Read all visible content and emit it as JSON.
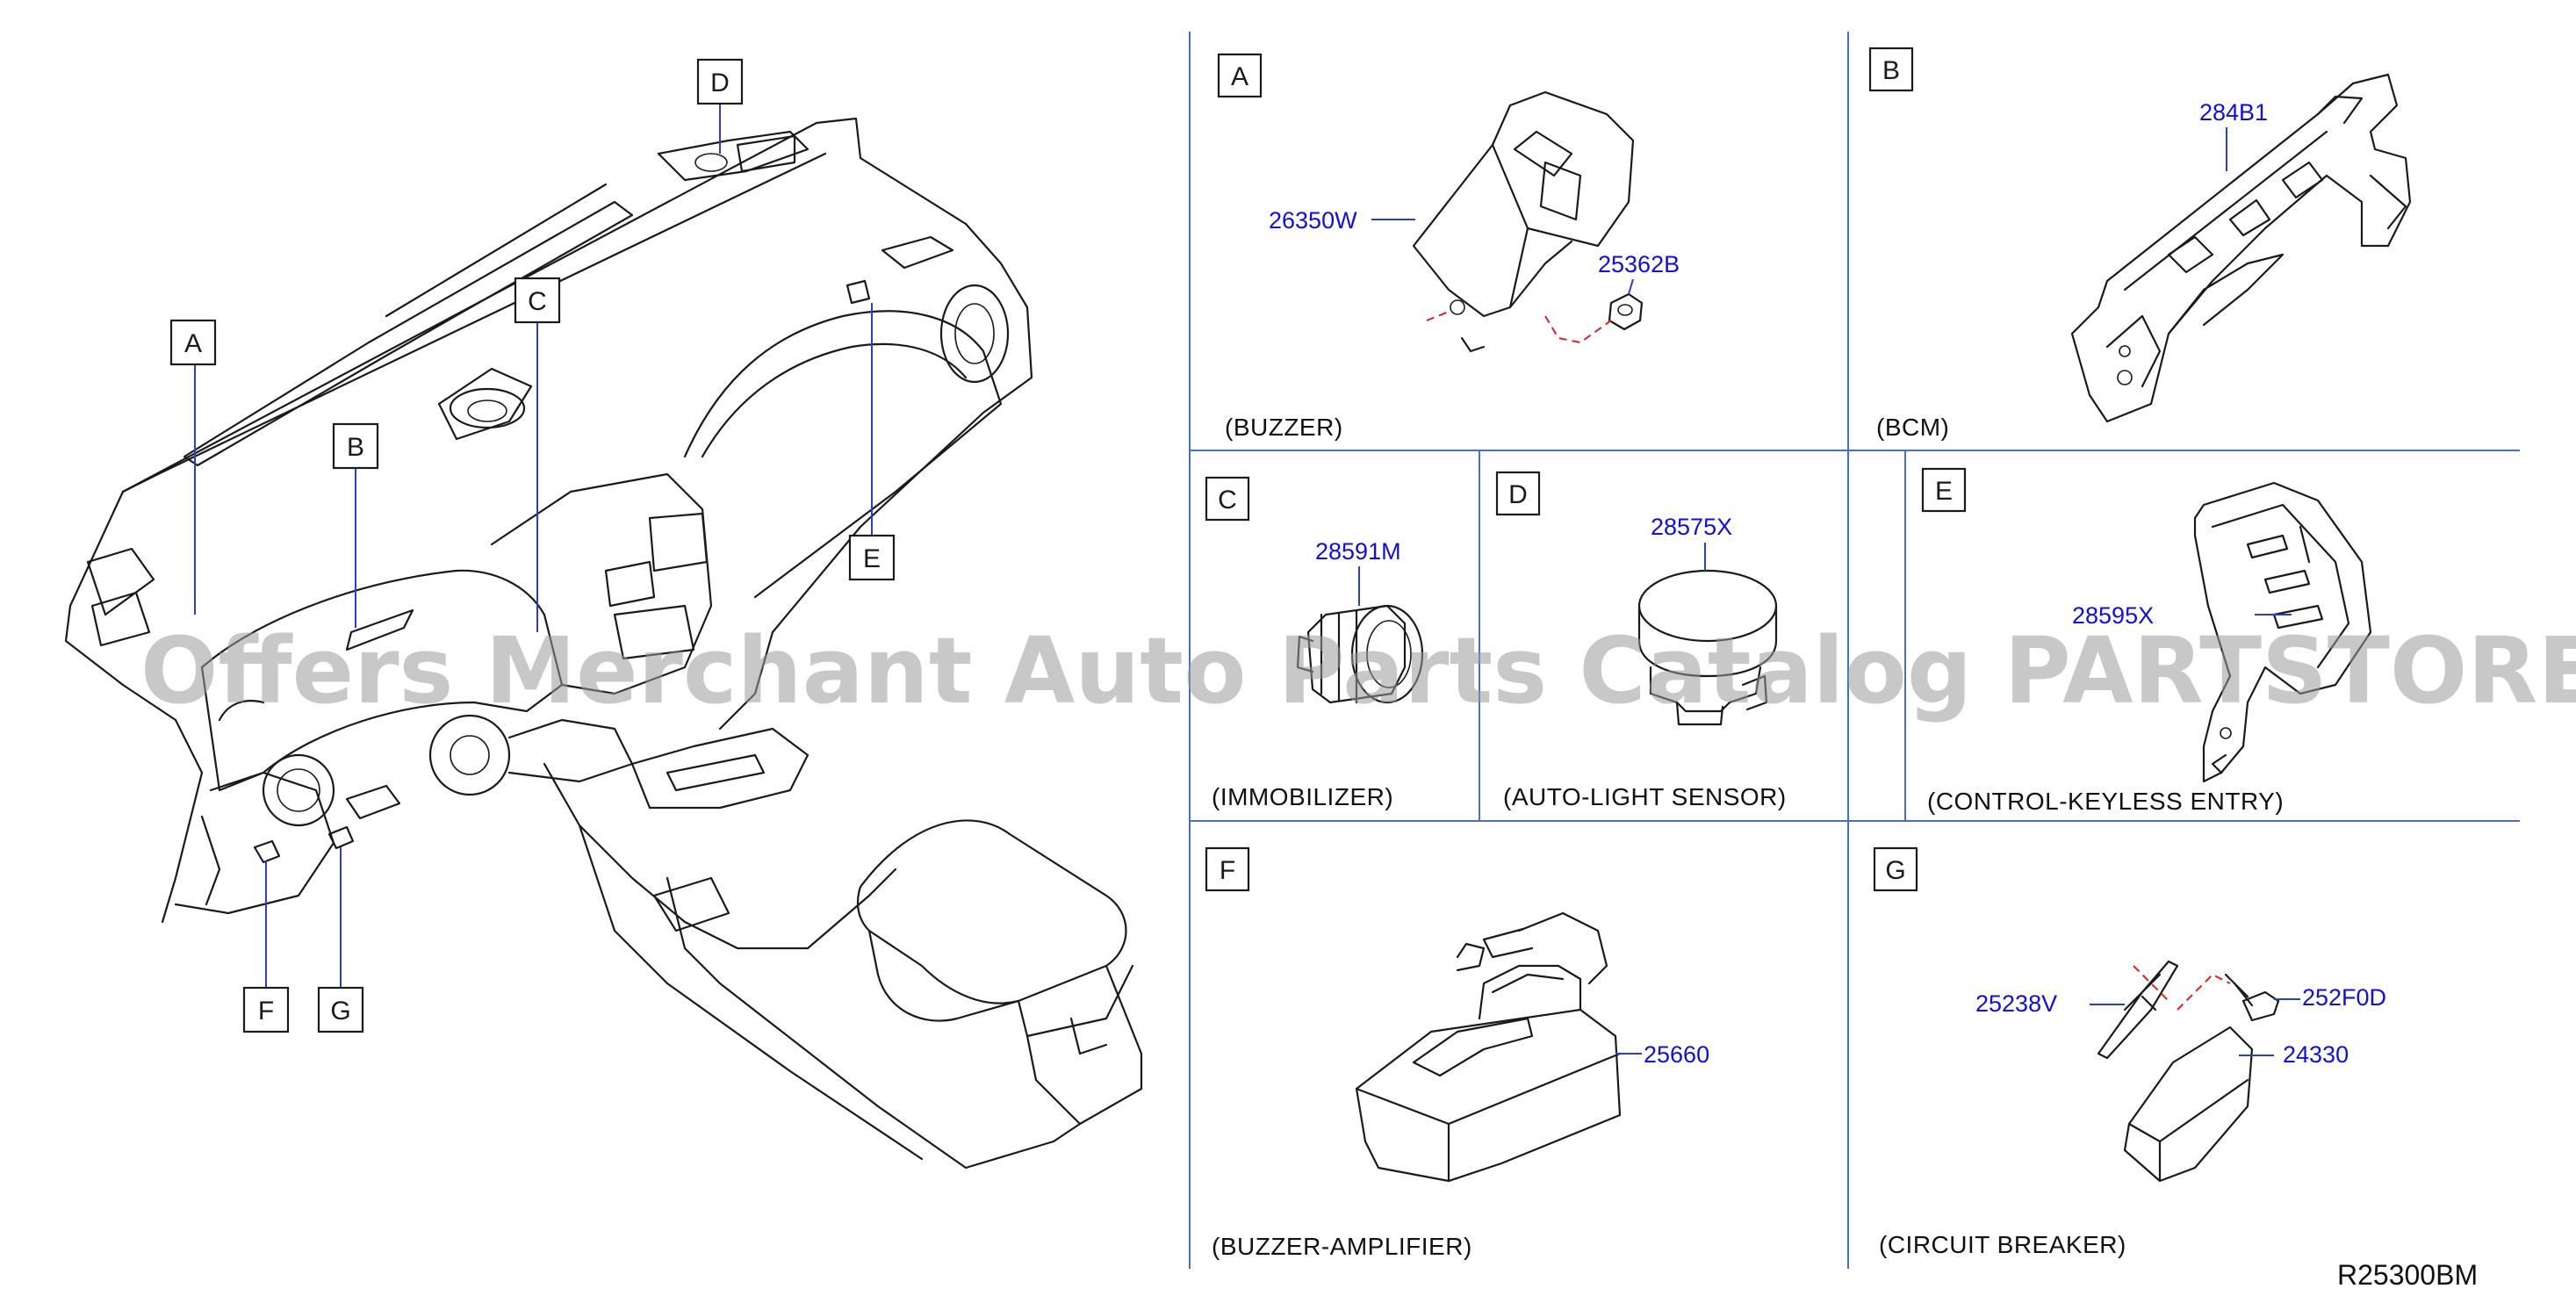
{
  "diagram": {
    "overview": {
      "callouts": [
        "A",
        "B",
        "C",
        "D",
        "E",
        "F",
        "G"
      ]
    },
    "panels": [
      {
        "letter": "A",
        "caption": "(BUZZER)",
        "parts": [
          "26350W",
          "25362B"
        ]
      },
      {
        "letter": "B",
        "caption": "(BCM)",
        "parts": [
          "284B1"
        ]
      },
      {
        "letter": "C",
        "caption": "(IMMOBILIZER)",
        "parts": [
          "28591M"
        ]
      },
      {
        "letter": "D",
        "caption": "(AUTO-LIGHT   SENSOR)",
        "parts": [
          "28575X"
        ]
      },
      {
        "letter": "E",
        "caption": "(CONTROL-KEYLESS   ENTRY)",
        "parts": [
          "28595X"
        ]
      },
      {
        "letter": "F",
        "caption": "(BUZZER-AMPLIFIER)",
        "parts": [
          "25660"
        ]
      },
      {
        "letter": "G",
        "caption": "(CIRCUIT   BREAKER)",
        "parts": [
          "25238V",
          "252F0D",
          "24330"
        ]
      }
    ],
    "reference_code": "R25300BM"
  },
  "watermark": "Offers Merchant Auto Parts Catalog PARTSTORE.SA",
  "colors": {
    "part_number": "#1010d8",
    "grid_line": "#4a6fc0",
    "leader_dash": "#e02020",
    "line_art": "#1a1a1a"
  }
}
